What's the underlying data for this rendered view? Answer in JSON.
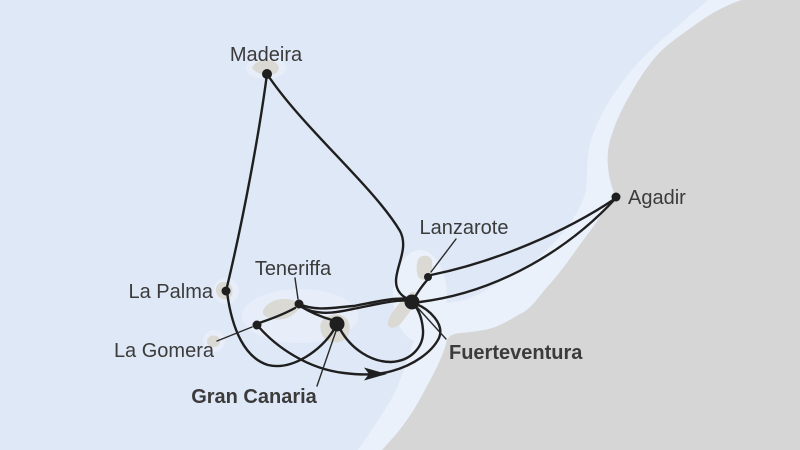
{
  "map": {
    "ports": [
      {
        "name": "Madeira",
        "major": false
      },
      {
        "name": "La Palma",
        "major": false
      },
      {
        "name": "Teneriffa",
        "major": false
      },
      {
        "name": "La Gomera",
        "major": false
      },
      {
        "name": "Gran Canaria",
        "major": true
      },
      {
        "name": "Fuerteventura",
        "major": true
      },
      {
        "name": "Lanzarote",
        "major": false
      },
      {
        "name": "Agadir",
        "major": false
      }
    ],
    "icons": {
      "direction_arrow": "arrowhead-right"
    },
    "colors": {
      "sea": "#dfe8f6",
      "shallow_water": "#eaf1fb",
      "halo": "#e8eef9",
      "mainland": "#d6d6d6",
      "islands": "#dbd9d4",
      "route_line": "#1f1f1f",
      "label_text": "#3b3b3b"
    }
  }
}
